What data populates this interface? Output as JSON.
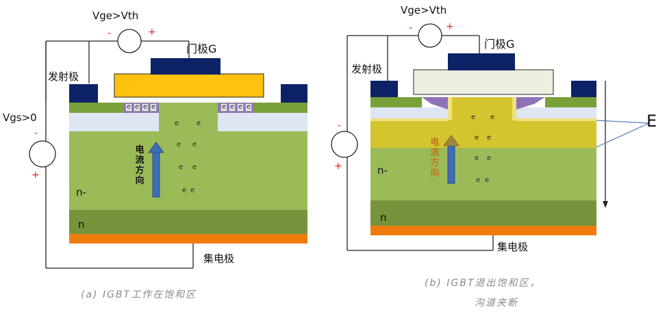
{
  "left": {
    "vge_label": "Vge>Vth",
    "vge_minus": "-",
    "vge_plus": "+",
    "gate_label": "门极G",
    "emitter_label": "发射极",
    "vgs_label": "Vgs>0",
    "vgs_minus": "-",
    "vgs_plus": "+",
    "electron": "e",
    "current_dir": "电流方向",
    "nminus_label": "n-",
    "n_label": "n",
    "collector_label": "集电极",
    "caption": "(a) IGBT工作在饱和区"
  },
  "right": {
    "vge_label": "Vge>Vth",
    "vge_minus": "-",
    "vge_plus": "+",
    "gate_label": "门极G",
    "emitter_label": "发射极",
    "vs_minus": "-",
    "vs_plus": "+",
    "electron": "e",
    "current_dir": "电流方向",
    "nminus_label": "n-",
    "n_label": "n",
    "collector_label": "集电极",
    "field_label": "E",
    "caption_line1": "(b)  IGBT退出饱和区，",
    "caption_line2": "沟道夹断"
  },
  "colors": {
    "navy": "#0d2266",
    "gate_yellow": "#ffc20e",
    "gate_white": "#eeeee0",
    "pbody_green": "#7aa03a",
    "light_blue": "#dde6f2",
    "drift_green": "#9bbb59",
    "n_green": "#77933c",
    "collector_orange": "#f07c10",
    "depletion_yellow": "#d4c42e",
    "channel_purple": "#8e72b8",
    "arrow_blue": "#3d6db5",
    "polarity_red": "#e02020"
  }
}
